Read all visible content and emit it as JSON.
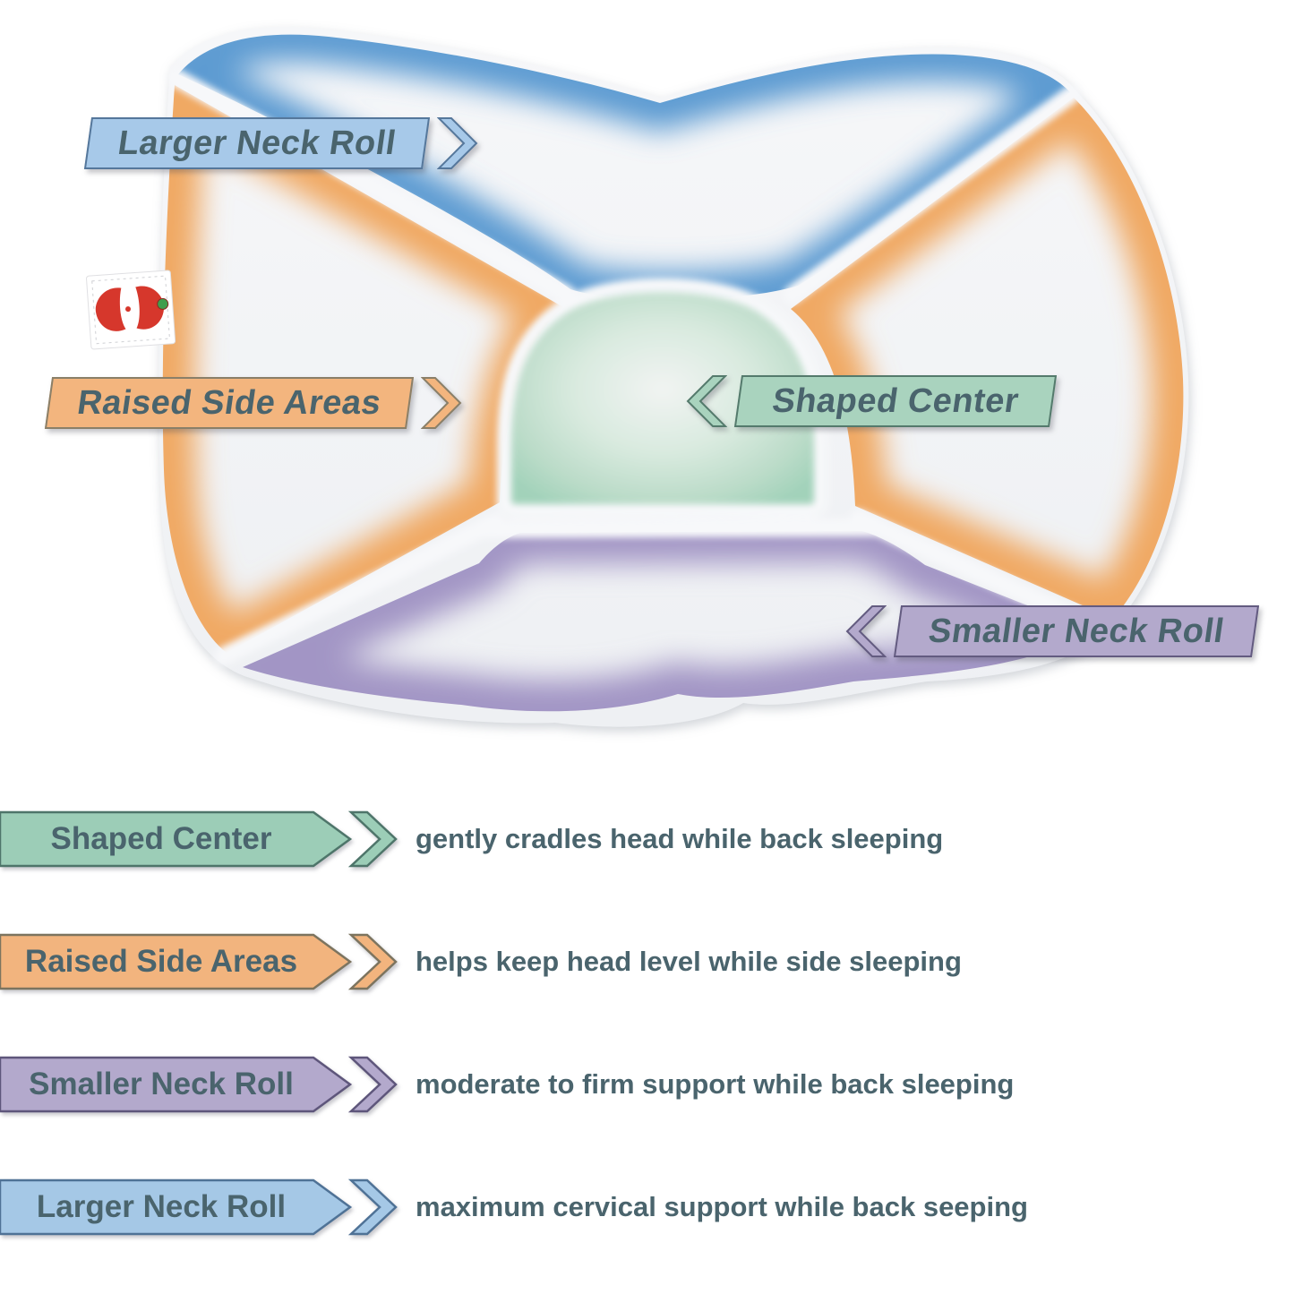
{
  "text_color": "#4a646d",
  "pillow_labels": [
    {
      "label": "Larger Neck Roll",
      "direction": "right",
      "fill": "#a7c9e9",
      "border": "#55779b"
    },
    {
      "label": "Raised Side Areas",
      "direction": "right",
      "fill": "#f3b57e",
      "border": "#8a7f68"
    },
    {
      "label": "Shaped Center",
      "direction": "left",
      "fill": "#a9d3be",
      "border": "#547a6c"
    },
    {
      "label": "Smaller Neck Roll",
      "direction": "left",
      "fill": "#b3a9cc",
      "border": "#635b80"
    }
  ],
  "legend": {
    "rows": [
      {
        "label": "Shaped Center",
        "description": "gently cradles head while back sleeping",
        "fill": "#9ccdb7",
        "border": "#4e756a"
      },
      {
        "label": "Raised Side Areas",
        "description": "helps keep head level while side sleeping",
        "fill": "#f2b47e",
        "border": "#7c745f"
      },
      {
        "label": "Smaller Neck Roll",
        "description": "moderate to firm support while back sleeping",
        "fill": "#b3a9cc",
        "border": "#5e567b"
      },
      {
        "label": "Larger Neck Roll",
        "description": "maximum cervical support while back seeping",
        "fill": "#a5c8e6",
        "border": "#4f7296"
      }
    ]
  },
  "pillow_regions": [
    {
      "name": "larger-neck-roll-top",
      "color": "#5d9bd2"
    },
    {
      "name": "raised-side-left",
      "color": "#f0a963"
    },
    {
      "name": "raised-side-right",
      "color": "#f0a963"
    },
    {
      "name": "smaller-neck-roll-bottom",
      "color": "#a295c5"
    },
    {
      "name": "shaped-center-dome",
      "color": "#a2d2ba"
    }
  ],
  "brand_tag": {
    "background": "#ffffff",
    "logo_color": "#d6372c",
    "accent_color": "#3f9e4d"
  }
}
